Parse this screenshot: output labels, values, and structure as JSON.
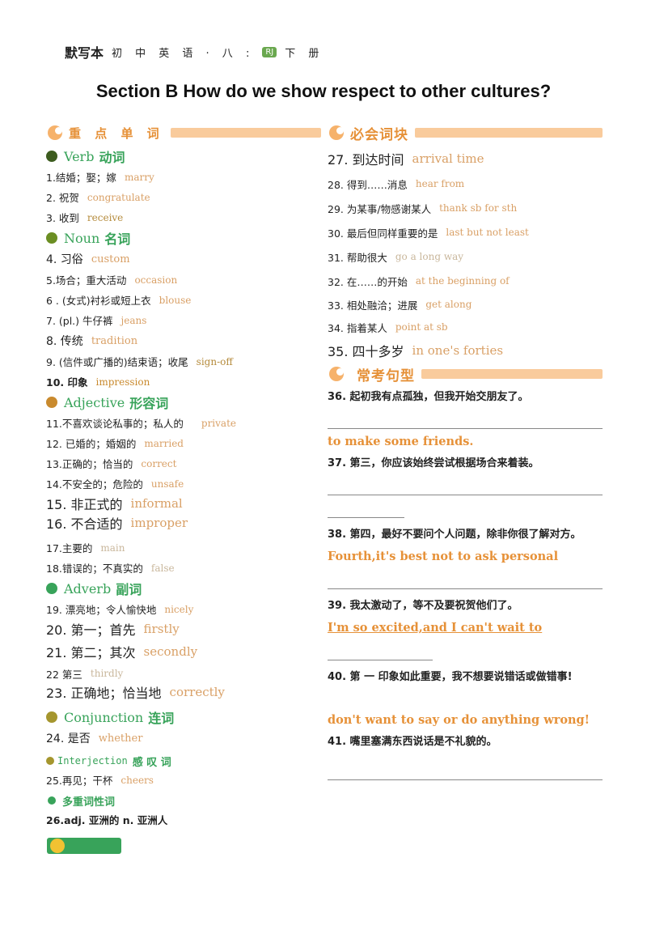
{
  "header": {
    "brand": "默写本",
    "subtitle_a": "初 中 英 语 · 八 :",
    "badge": "RJ",
    "subtitle_b": "下 册"
  },
  "title": "Section B   How do we show respect to other cultures?",
  "left": {
    "section_title": "重 点 单 词",
    "categories": {
      "verb": {
        "en": "Verb",
        "zh": "动词"
      },
      "noun": {
        "en": "Noun",
        "zh": "名词"
      },
      "adjective": {
        "en": "Adjective",
        "zh": "形容词"
      },
      "adverb": {
        "en": "Adverb",
        "zh": "副词"
      },
      "conjunction": {
        "en": "Conjunction",
        "zh": "连词"
      },
      "interjection": {
        "en": "Interjection",
        "zh": "感 叹 词"
      },
      "multi": {
        "zh": "多重词性词"
      }
    },
    "items": [
      {
        "zh": "1.结婚；娶；嫁",
        "ans": "marry"
      },
      {
        "zh": "2.  祝贺",
        "ans": "congratulate"
      },
      {
        "zh": "3. 收到",
        "ans": "receive"
      },
      {
        "zh": "4. 习俗",
        "ans": "custom"
      },
      {
        "zh": "5.场合；重大活动",
        "ans": "occasion"
      },
      {
        "zh": "6 . (女式)衬衫或短上衣",
        "ans": "blouse"
      },
      {
        "zh": "7. (pl.)  牛仔裤",
        "ans": "jeans"
      },
      {
        "zh": "8. 传统",
        "ans": "tradition"
      },
      {
        "zh": "9. (信件或广播的)结束语；收尾",
        "ans": "sign-off"
      },
      {
        "zh": "10. 印象",
        "ans": "impression"
      },
      {
        "zh": "11.不喜欢谈论私事的；私人的",
        "ans": "private"
      },
      {
        "zh": "12.  已婚的；婚姻的",
        "ans": "married"
      },
      {
        "zh": "13.正确的；恰当的",
        "ans": "correct"
      },
      {
        "zh": "14.不安全的；危险的",
        "ans": "unsafe"
      },
      {
        "zh": "15. 非正式的",
        "ans": "informal"
      },
      {
        "zh": "16. 不合适的",
        "ans": "improper"
      },
      {
        "zh": "17.主要的",
        "ans": "main"
      },
      {
        "zh": "18.错误的；不真实的",
        "ans": "false"
      },
      {
        "zh": "19. 漂亮地；令人愉快地",
        "ans": "nicely"
      },
      {
        "zh": "20. 第一；首先",
        "ans": "firstly"
      },
      {
        "zh": "21. 第二；其次",
        "ans": "secondly"
      },
      {
        "zh": "22  第三",
        "ans": "thirdly"
      },
      {
        "zh": "23. 正确地；恰当地",
        "ans": "correctly"
      },
      {
        "zh": "24. 是否",
        "ans": "whether"
      },
      {
        "zh": "25.再见；干杯",
        "ans": "cheers"
      },
      {
        "zh": "26.adj.  亚洲的     n. 亚洲人",
        "ans": ""
      }
    ]
  },
  "right": {
    "chunks_title": "必会词块",
    "chunks": [
      {
        "zh": "27. 到达时间",
        "ans": "arrival  time"
      },
      {
        "zh": "28. 得到……消息",
        "ans": "hear    from"
      },
      {
        "zh": "29.  为某事/物感谢某人",
        "ans": "thank   sb   for   sth"
      },
      {
        "zh": "30.  最后但同样重要的是",
        "ans": "last   but   not   least"
      },
      {
        "zh": "31. 帮助很大",
        "ans": "go   a   long   way"
      },
      {
        "zh": "32. 在……的开始",
        "ans": "at   the   beginning   of"
      },
      {
        "zh": "33.  相处融洽；进展",
        "ans": "get   along"
      },
      {
        "zh": "34.  指着某人",
        "ans": "point   at   sb"
      },
      {
        "zh": "35. 四十多岁",
        "ans": "in one's forties"
      }
    ],
    "sentences_title": "常考句型",
    "sentences": [
      {
        "q": "36.  起初我有点孤独，但我开始交朋友了。",
        "a": "to make some friends."
      },
      {
        "q": "37.  第三，你应该始终尝试根据场合来着装。",
        "a": ""
      },
      {
        "q": "38.  第四，最好不要问个人问题，除非你很了解对方。",
        "a": "Fourth,it's  best  not  to  ask  personal"
      },
      {
        "q": "39.  我太激动了，等不及要祝贺他们了。",
        "a": "I'm  so  excited,and  I  can't  wait  to"
      },
      {
        "q": "40.  第 一 印象如此重要，我不想要说错话或做错事!",
        "a": "don't want to say or do anything wrong!"
      },
      {
        "q": "41.  嘴里塞满东西说话是不礼貌的。",
        "a": ""
      }
    ]
  },
  "colors": {
    "green": "#38a35a",
    "orange": "#e69138",
    "answer": "#d9a066",
    "bar": "#f9cb9c"
  }
}
